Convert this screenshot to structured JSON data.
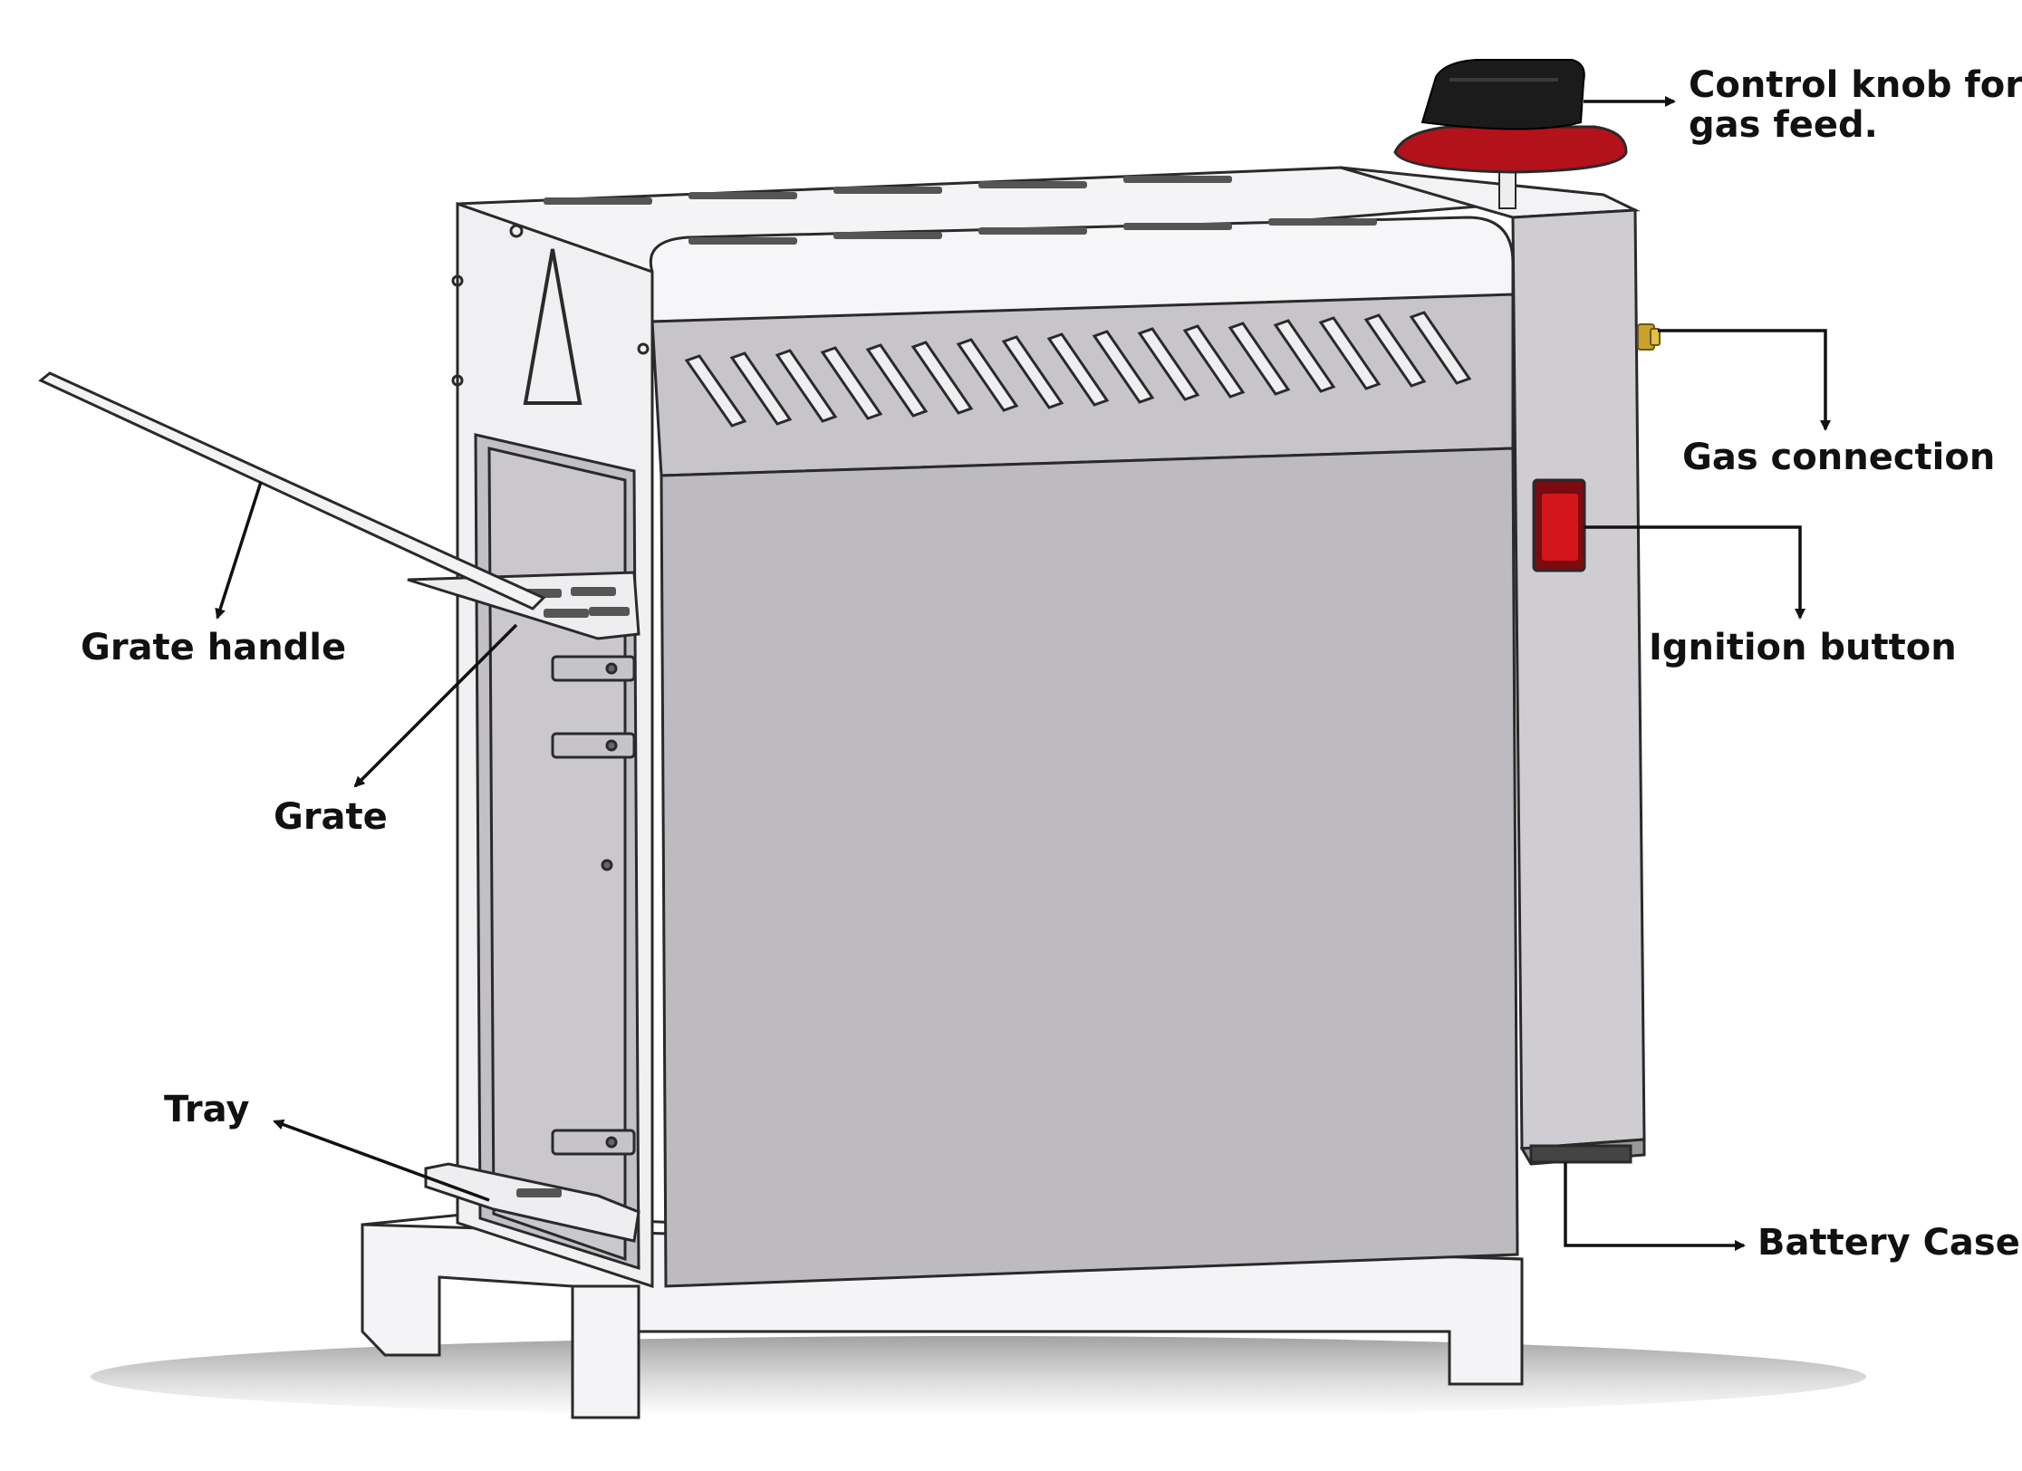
{
  "labels": {
    "control_knob_line1": "Control  knob for",
    "control_knob_line2": "gas feed.",
    "gas_connection": "Gas connection",
    "ignition_button": "Ignition button",
    "battery_case": "Battery Case",
    "grate_handle": "Grate handle",
    "grate": "Grate",
    "tray": "Tray"
  },
  "colors": {
    "body_gray": "#bdbbbf",
    "panel_light": "#f1f1f3",
    "side_panel": "#cfcdd1",
    "outline": "#2a2a2a",
    "knob_black": "#1b1b1b",
    "knob_red": "#b3121b",
    "switch_red": "#d4151c",
    "fitting_gold": "#c9a227"
  }
}
